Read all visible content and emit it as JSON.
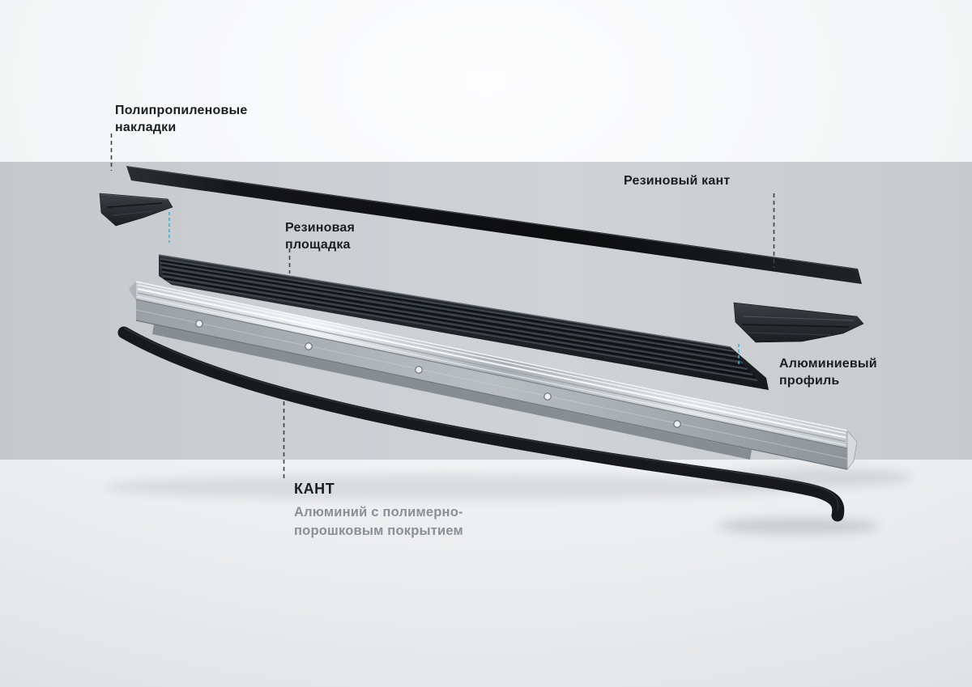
{
  "colors": {
    "accent_cyan": "#35b6d9",
    "leader_dark": "#3f4245",
    "label_text": "#1b1e21",
    "subtitle_text": "#8b9094",
    "band_gray": "#cbcfd2"
  },
  "labels": {
    "polypropylene_caps": {
      "line1": "Полипропиленовые",
      "line2": "накладки"
    },
    "rubber_edge": {
      "text": "Резиновый кант"
    },
    "rubber_pad": {
      "line1": "Резиновая",
      "line2": "площадка"
    },
    "aluminum_profile": {
      "line1": "Алюминиевый",
      "line2": "профиль"
    },
    "kant": {
      "title": "КАНТ",
      "subtitle_line1": "Алюминий с полимерно-",
      "subtitle_line2": "порошковым покрытием"
    }
  }
}
